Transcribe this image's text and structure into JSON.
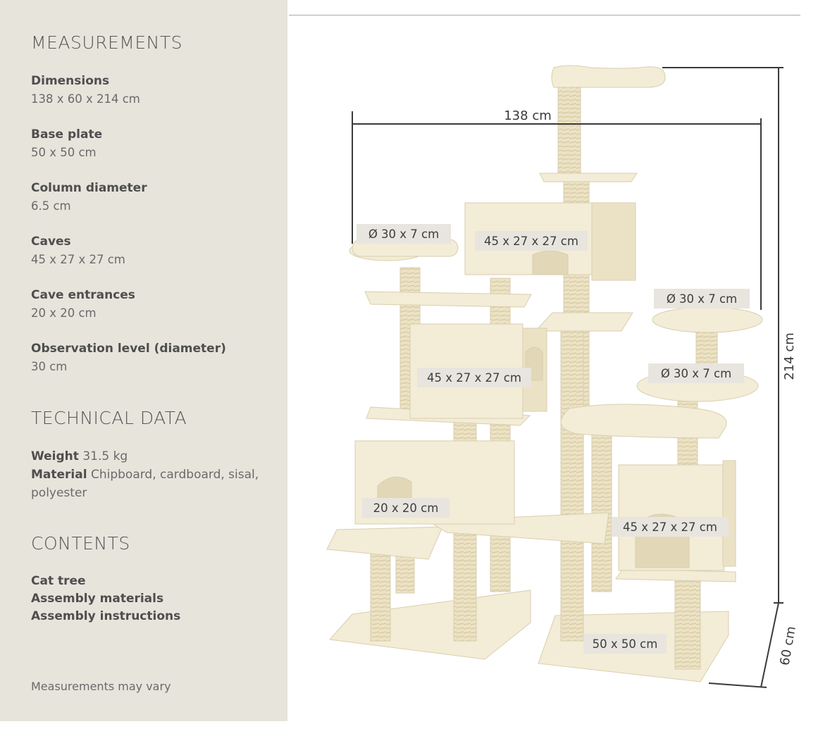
{
  "measurements": {
    "title": "MEASUREMENTS",
    "items": [
      {
        "label": "Dimensions",
        "value": "138 x 60 x 214 cm"
      },
      {
        "label": "Base plate",
        "value": "50 x 50 cm"
      },
      {
        "label": "Column diameter",
        "value": "6.5 cm"
      },
      {
        "label": "Caves",
        "value": "45 x 27 x 27 cm"
      },
      {
        "label": "Cave entrances",
        "value": "20 x 20 cm"
      },
      {
        "label": "Observation level (diameter)",
        "value": "30 cm"
      }
    ]
  },
  "technical": {
    "title": "TECHNICAL DATA",
    "weight_label": "Weight",
    "weight_value": "31.5 kg",
    "material_label": "Material",
    "material_value": "Chipboard, cardboard, sisal, polyester"
  },
  "contents": {
    "title": "CONTENTS",
    "items": [
      "Cat tree",
      "Assembly materials",
      "Assembly instructions"
    ]
  },
  "note": "Measurements may vary",
  "diagram": {
    "width_label": "138 cm",
    "height_label": "214 cm",
    "depth_label": "60 cm",
    "labels": {
      "platform_left": "Ø 30 x 7 cm",
      "platform_right_top": "Ø 30 x 7 cm",
      "platform_right_mid": "Ø 30 x 7 cm",
      "cave_top": "45 x 27 x 27 cm",
      "cave_mid": "45 x 27 x 27 cm",
      "cave_right": "45 x 27 x 27 cm",
      "entrance": "20 x 20 cm",
      "base": "50 x 50 cm"
    }
  },
  "colors": {
    "sidebar_bg": "#e7e4dc",
    "plush": "#f3ecd6",
    "sisal": "#ece2c4",
    "dimension_line": "#3a3a3a"
  }
}
